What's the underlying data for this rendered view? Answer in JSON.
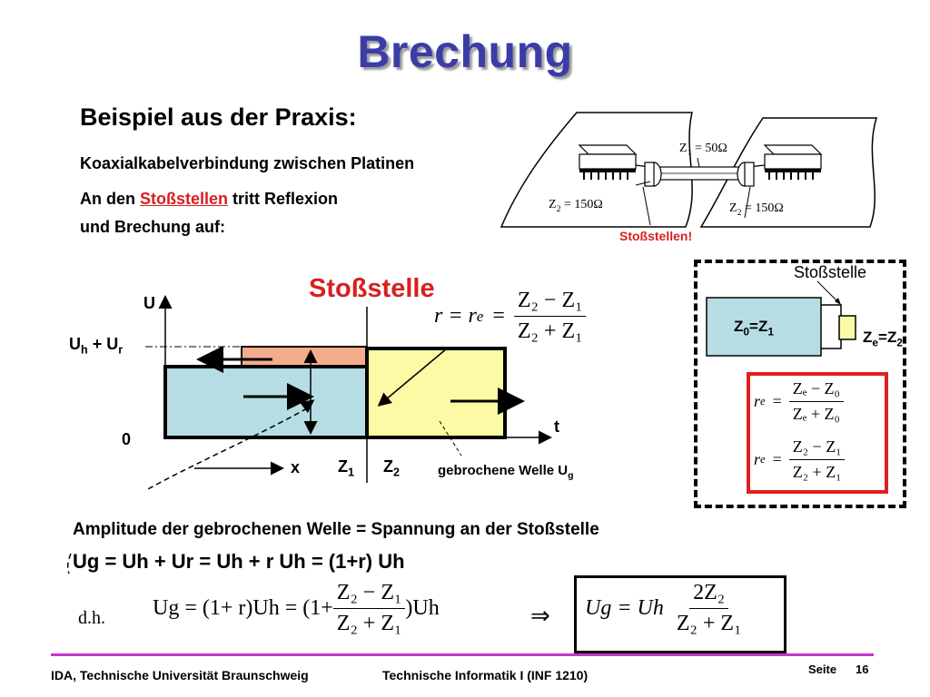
{
  "slide": {
    "title": "Brechung",
    "heading": "Beispiel aus der Praxis:",
    "line1": "Koaxialkabelverbindung zwischen Platinen",
    "line2_pre": "An den ",
    "line2_link": "Stoßstellen",
    "line2_post": " tritt Reflexion",
    "line3": "und Brechung auf:"
  },
  "circuit": {
    "z1": "Z",
    "z1_sub": "1",
    "z1_val": " = 50Ω",
    "z2_left": "Z",
    "z2_left_sub": "2",
    "z2_left_val": " = 150Ω",
    "z2_right": "Z",
    "z2_right_sub": "2",
    "z2_right_val": " = 150Ω",
    "stossstellen": "Stoßstellen!"
  },
  "wave": {
    "title": "Stoßstelle",
    "u_axis": "U",
    "uh_ur": "U",
    "uh_sub": "h",
    "plus": " + U",
    "ur_sub": "r",
    "zero": "0",
    "t_axis": "t",
    "x_axis": "x",
    "z1": "Z",
    "z1_sub": "1",
    "z2": "Z",
    "z2_sub": "2",
    "gebrochene": "gebrochene Welle U",
    "gebrochene_sub": "g"
  },
  "formula_r": {
    "lhs": "r = r",
    "lhs_sub": "e",
    "eq": "=",
    "num": "Z₂ − Z₁",
    "den": "Z₂ + Z₁"
  },
  "side_box": {
    "label": "Stoßstelle",
    "z0": "Z",
    "z0_sub": "0",
    "z0_eq": "=Z",
    "z0_sub2": "1",
    "ze": "Z",
    "ze_sub": "e",
    "ze_eq": "=Z",
    "ze_sub2": "2",
    "f1_lhs": "r",
    "f1_lhs_sub": "e",
    "f1_eq": "=",
    "f1_num": "Zₑ − Z₀",
    "f1_den": "Zₑ + Z₀",
    "f2_lhs": "r",
    "f2_lhs_sub": "e",
    "f2_eq": "=",
    "f2_num": "Z₂ − Z₁",
    "f2_den": "Z₂ + Z₁"
  },
  "bottom": {
    "amplitude": "Amplitude der gebrochenen Welle = Spannung an der Stoßstelle",
    "ug_line": "Ug = Uh + Ur = Uh + r Uh = (1+r) Uh",
    "dh": "d.h.",
    "f_lhs": "Ug = (1+ r)Uh = (1+",
    "f_num": "Z₂ − Z₁",
    "f_den": "Z₂ + Z₁",
    "f_rhs": ")Uh",
    "implies": "⇒",
    "box_lhs": "Ug = Uh",
    "box_num": "2Z₂",
    "box_den": "Z₂ + Z₁"
  },
  "footer": {
    "left": "IDA, Technische Universität Braunschweig",
    "center": "Technische Informatik I (INF 1210)",
    "seite": "Seite",
    "page": "16"
  },
  "colors": {
    "title": "#3c3ca8",
    "accent_red": "#d62020",
    "wave_blue": "#b6dde3",
    "wave_orange": "#f3ad8a",
    "wave_yellow": "#fdfaa6",
    "footer_line": "#cc33cc"
  }
}
